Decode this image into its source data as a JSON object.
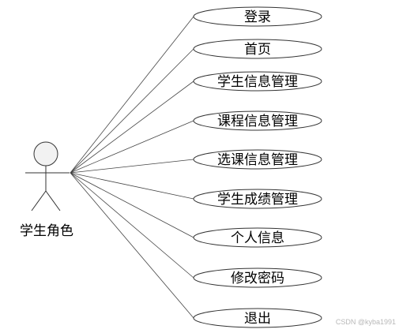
{
  "actor": {
    "label": "学生角色"
  },
  "use_cases": [
    {
      "label": "登录"
    },
    {
      "label": "首页"
    },
    {
      "label": "学生信息管理"
    },
    {
      "label": "课程信息管理"
    },
    {
      "label": "选课信息管理"
    },
    {
      "label": "学生成绩管理"
    },
    {
      "label": "个人信息"
    },
    {
      "label": "修改密码"
    },
    {
      "label": "退出"
    }
  ],
  "watermark": "CSDN @kyba1991",
  "colors": {
    "stroke": "#333333",
    "head_fill": "#f2f2f2",
    "background": "#ffffff"
  }
}
